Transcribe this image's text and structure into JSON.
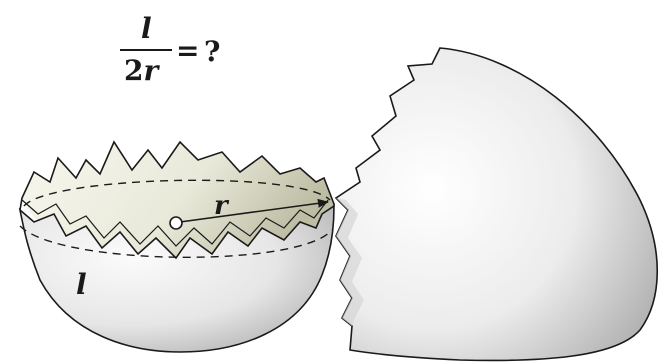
{
  "formula": {
    "numerator": "l",
    "denominator_coef": "2",
    "denominator_var": "r",
    "equals": "=",
    "question": "?"
  },
  "labels": {
    "radius": "r",
    "arc_length": "l"
  },
  "colors": {
    "stroke": "#1a1a1a",
    "shell_light": "#fbfbfb",
    "shell_mid": "#e2e2e2",
    "shell_dark": "#a9a9a9",
    "inside_light": "#f5f5ea",
    "inside_dark": "#c9c9b2"
  }
}
